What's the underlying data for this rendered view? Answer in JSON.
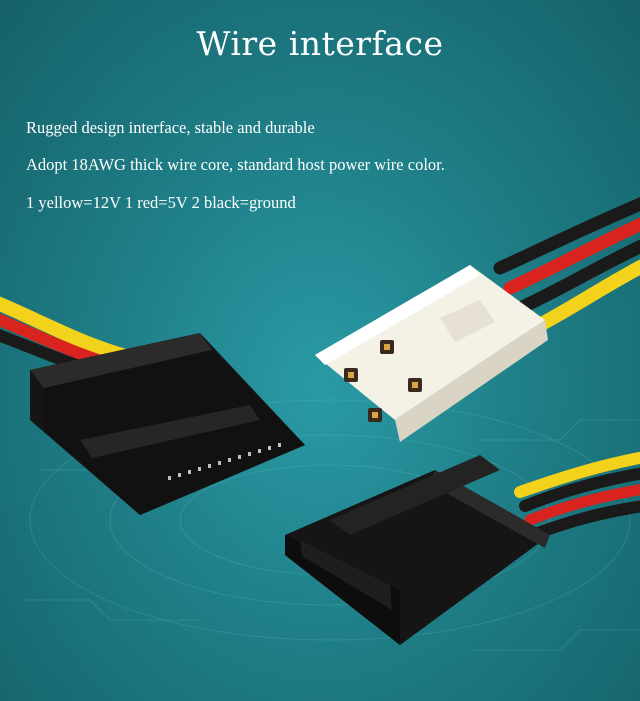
{
  "heading": {
    "title": "Wire interface"
  },
  "features": {
    "line1": "Rugged design interface, stable and durable",
    "line2": "Adopt 18AWG thick wire core, standard host power wire color.",
    "line3": "1 yellow=12V 1 red=5V 2 black=ground"
  },
  "colors": {
    "background": "#1f7f88",
    "wire_yellow": "#f2d21b",
    "wire_red": "#d8231f",
    "wire_black": "#1a1a1a",
    "connector_black": "#151515",
    "molex_white": "#f4f1e6"
  },
  "image": {
    "subject": "SATA power connectors to 4-pin Molex adapter cable"
  }
}
